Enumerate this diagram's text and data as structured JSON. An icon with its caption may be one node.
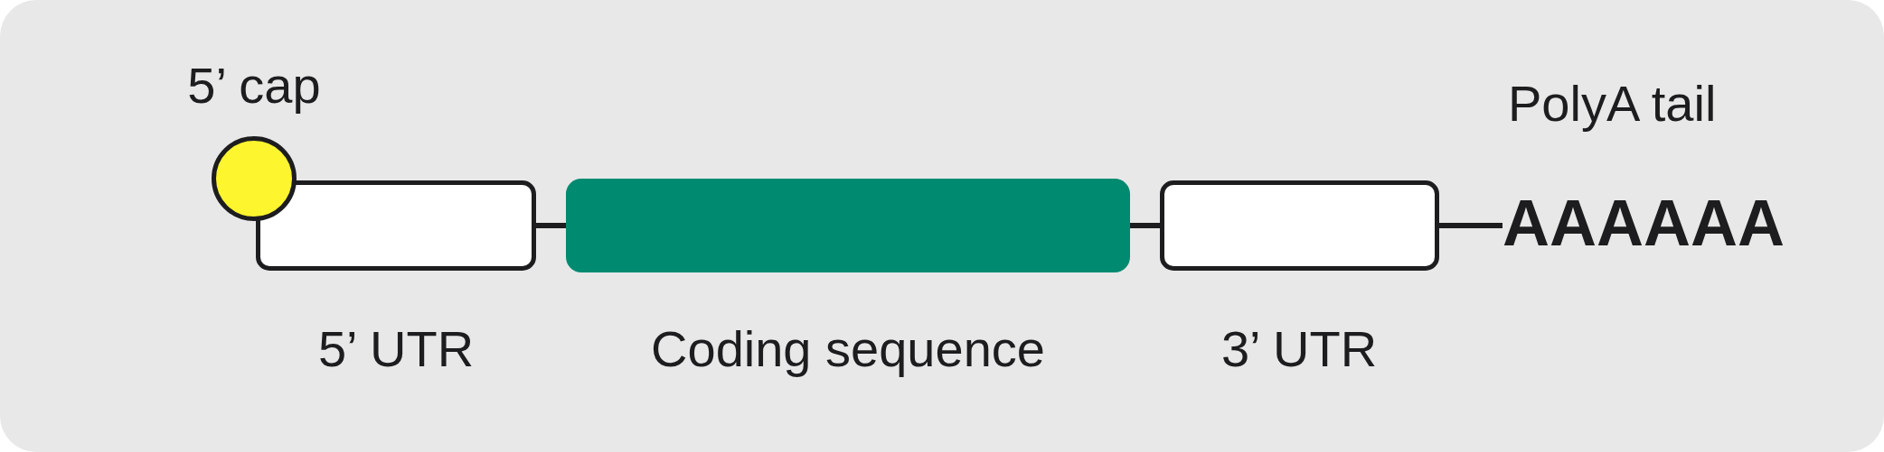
{
  "diagram": {
    "nodes": [
      {
        "text": [
          "5’ cap"
        ]
      },
      {
        "text": [
          "5’ UTR"
        ]
      },
      {
        "text": [
          "Coding sequence"
        ]
      },
      {
        "text": [
          "3’ UTR"
        ]
      },
      {
        "text": [
          "AAAAAA"
        ],
        "beside": [
          "PolyA tail"
        ]
      }
    ],
    "edges": [
      {
        "from": 1,
        "to": 2,
        "arrow": "none"
      },
      {
        "from": 2,
        "to": 3,
        "arrow": "none"
      },
      {
        "from": 3,
        "to": 4,
        "arrow": "none"
      }
    ]
  }
}
